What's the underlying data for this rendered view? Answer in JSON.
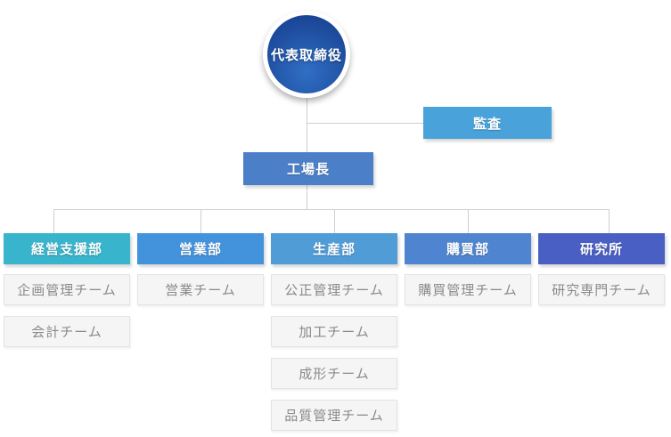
{
  "page": {
    "background": "#ffffff",
    "connector_color": "#cfcfcf"
  },
  "root": {
    "label": "代表取締役",
    "gradient_center": "#306fc4",
    "gradient_edge": "#1b4697"
  },
  "audit": {
    "label": "監査",
    "color": "#49a2da"
  },
  "manager": {
    "label": "工場長",
    "color": "#4b80c8"
  },
  "departments": [
    {
      "label": "経営支援部",
      "color": "#38b4cc",
      "teams": [
        "企画管理チーム",
        "会計チーム"
      ]
    },
    {
      "label": "営業部",
      "color": "#4292dc",
      "teams": [
        "営業チーム"
      ]
    },
    {
      "label": "生産部",
      "color": "#4f9cd7",
      "teams": [
        "公正管理チーム",
        "加工チーム",
        "成形チーム",
        "品質管理チーム"
      ]
    },
    {
      "label": "購買部",
      "color": "#4f84d0",
      "teams": [
        "購買管理チーム"
      ]
    },
    {
      "label": "研究所",
      "color": "#4a5fc4",
      "teams": [
        "研究専門チーム"
      ]
    }
  ],
  "team_style": {
    "background": "#f5f5f5",
    "border": "#e3e3e3",
    "text": "#8a8a8a"
  }
}
